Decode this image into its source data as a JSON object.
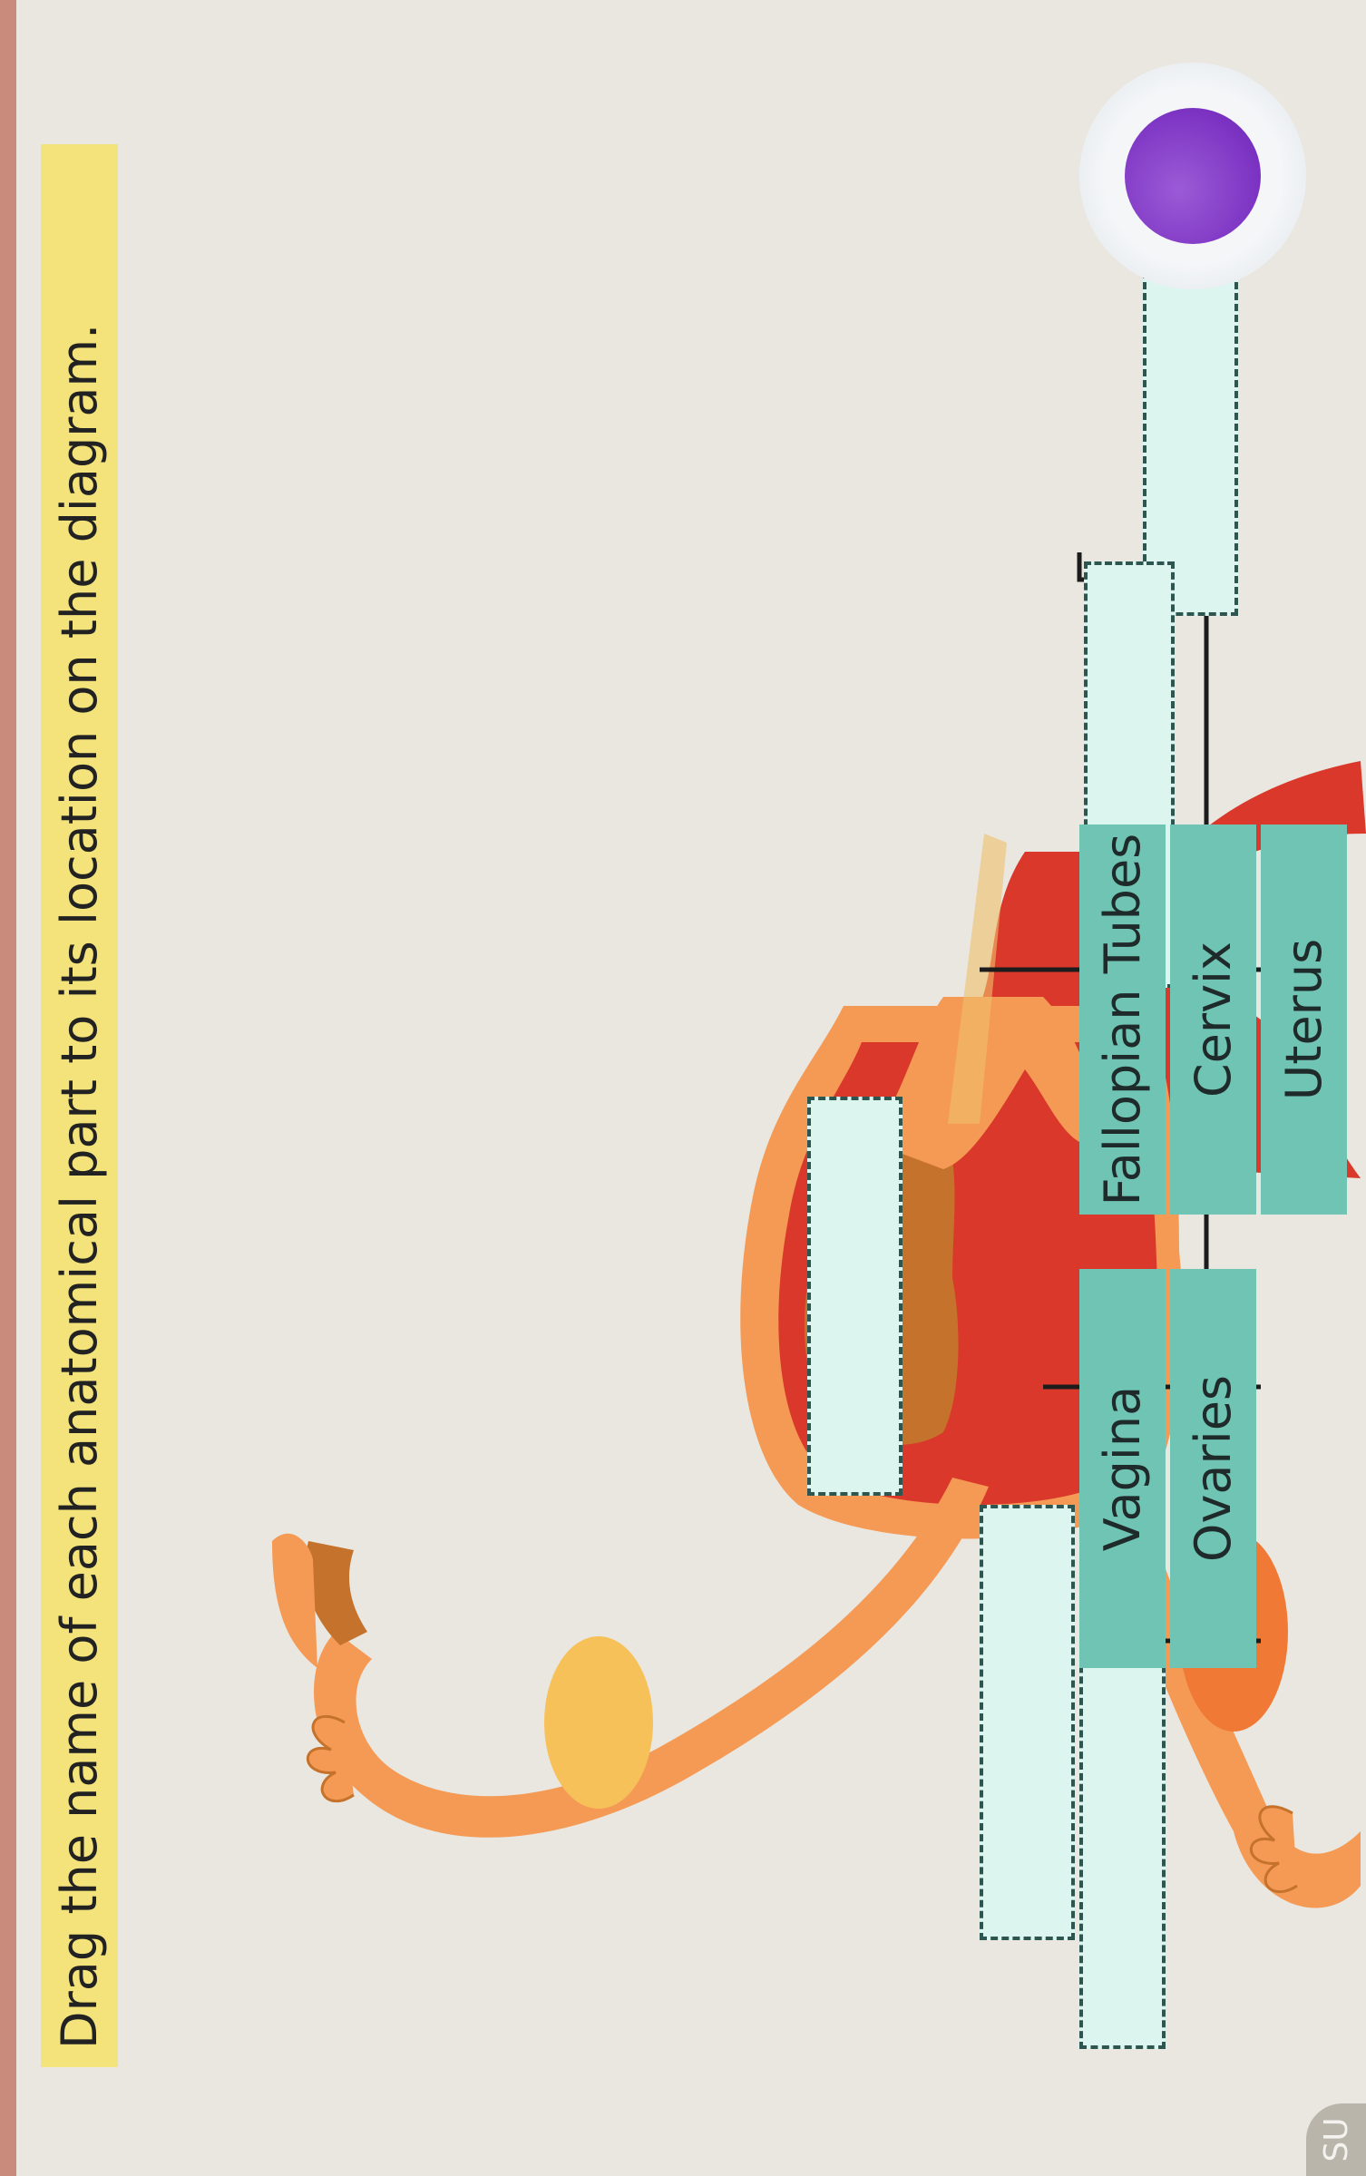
{
  "instructions": "Drag the name of each anatomical part to its location on the diagram.",
  "labels": [
    "Vagina",
    "Fallopian Tubes",
    "Ovaries",
    "Cervix",
    "Uterus"
  ],
  "corner_text": "SU",
  "colors": {
    "title_bg": "#f3e37a",
    "label_bg": "#6fc4b4",
    "drop_zone_bg": "#ddf5ef",
    "fallopian": "#f5a35f",
    "ovary_left": "#f7c15a",
    "ovary_right": "#f07a35",
    "uterus_outer": "#d9382a",
    "uterus_inner": "#c5722c"
  }
}
